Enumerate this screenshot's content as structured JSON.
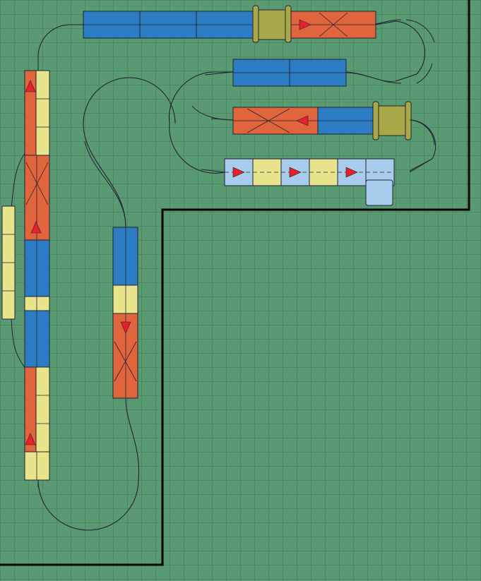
{
  "colors": {
    "board": "#5a9a72",
    "grid": "#3f7a56",
    "wall": "#000000",
    "curve_light": "#8eaacb",
    "curve_purple": "#8f84c8",
    "straight_blue": "#2c7cc4",
    "straight_orange": "#e0643c",
    "straight_yellow": "#e8e48c",
    "straight_pale": "#a8ccec",
    "bridge": "#a8a848",
    "arrow": "#e8202c",
    "outline": "#223344"
  },
  "icons": {
    "direction_arrow": "triangle-arrow-icon",
    "crossover_mark": "x-cross-icon",
    "bridge_piece": "bridge-icon"
  },
  "track": {
    "lane_count": 2,
    "piece_types": [
      "curve",
      "straight",
      "crossover",
      "bridge",
      "lane-change",
      "start-piece"
    ]
  }
}
